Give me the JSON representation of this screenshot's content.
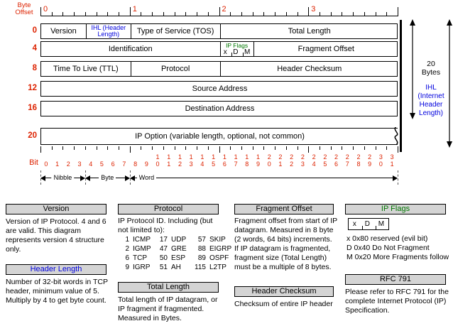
{
  "colors": {
    "red": "#dd2200",
    "blue": "#0000dd",
    "green": "#007700",
    "header_fill": "#d4d4d4"
  },
  "diagram": {
    "byte_offset_label": [
      "Byte",
      "Offset"
    ],
    "top_byte_numbers": [
      "0",
      "1",
      "2",
      "3"
    ],
    "bit_label": "Bit",
    "bit_count": 32,
    "rows": [
      {
        "offset": "0",
        "cells": [
          {
            "name": "field-version",
            "label": "Version",
            "bits": 4
          },
          {
            "name": "field-ihl",
            "lines": [
              "IHL (Header",
              "Length)"
            ],
            "bits": 4,
            "color": "blue"
          },
          {
            "name": "field-tos",
            "label": "Type of Service (TOS)",
            "bits": 8
          },
          {
            "name": "field-total-length",
            "label": "Total Length",
            "bits": 16
          }
        ]
      },
      {
        "offset": "4",
        "cells": [
          {
            "name": "field-identification",
            "label": "Identification",
            "bits": 16
          },
          {
            "name": "field-ip-flags",
            "type": "flags",
            "label": "IP Flags",
            "letters": [
              "x",
              "D",
              "M"
            ],
            "bits": 3
          },
          {
            "name": "field-fragment-offset",
            "label": "Fragment Offset",
            "bits": 13
          }
        ]
      },
      {
        "offset": "8",
        "cells": [
          {
            "name": "field-ttl",
            "label": "Time To Live (TTL)",
            "bits": 8
          },
          {
            "name": "field-protocol",
            "label": "Protocol",
            "bits": 8
          },
          {
            "name": "field-header-checksum",
            "label": "Header Checksum",
            "bits": 16
          }
        ]
      },
      {
        "offset": "12",
        "cells": [
          {
            "name": "field-source-address",
            "label": "Source Address",
            "bits": 32
          }
        ]
      },
      {
        "offset": "16",
        "cells": [
          {
            "name": "field-destination-address",
            "label": "Destination Address",
            "bits": 32
          }
        ]
      },
      {
        "offset": "20",
        "wavy": true,
        "cells": [
          {
            "name": "field-ip-option",
            "label": "IP Option (variable length, optional, not common)",
            "bits": 32
          }
        ]
      }
    ],
    "scale_labels": {
      "nibble": "Nibble",
      "byte": "Byte",
      "word": "Word"
    },
    "right_labels": {
      "twenty_bytes": [
        "20",
        "Bytes"
      ],
      "ihl": [
        "IHL",
        "(Internet",
        "Header",
        "Length)"
      ]
    }
  },
  "notes": {
    "version": {
      "title": "Version",
      "body": "Version of IP Protocol.  4 and 6 are valid.  This diagram represents version 4 structure only."
    },
    "header_length": {
      "title": "Header Length",
      "body": "Number of 32-bit words in TCP header, minimum value of 5.  Multiply by 4 to get byte count."
    },
    "protocol": {
      "title": "Protocol",
      "body": "IP Protocol ID.  Including (but not limited to):",
      "table": [
        [
          "1",
          "ICMP",
          "17",
          "UDP",
          "57",
          "SKIP"
        ],
        [
          "2",
          "IGMP",
          "47",
          "GRE",
          "88",
          "EIGRP"
        ],
        [
          "6",
          "TCP",
          "50",
          "ESP",
          "89",
          "OSPF"
        ],
        [
          "9",
          "IGRP",
          "51",
          "AH",
          "115",
          "L2TP"
        ]
      ]
    },
    "total_length": {
      "title": "Total Length",
      "body": "Total length of IP datagram, or IP fragment if fragmented.  Measured in Bytes."
    },
    "fragment_offset": {
      "title": "Fragment Offset",
      "body": "Fragment offset from start of IP datagram.  Measured in 8 byte (2 words, 64 bits) increments.  If IP datagram is fragmented, fragment size (Total Length) must be a multiple of 8 bytes."
    },
    "header_checksum": {
      "title": "Header Checksum",
      "body": "Checksum of entire IP header"
    },
    "ip_flags": {
      "title": "IP Flags",
      "letters": [
        "x",
        "D",
        "M"
      ],
      "lines": [
        "x 0x80 reserved (evil bit)",
        "D 0x40 Do Not Fragment",
        "M 0x20 More Fragments follow"
      ]
    },
    "rfc": {
      "title": "RFC 791",
      "body": "Please refer to RFC 791 for the complete Internet Protocol (IP) Specification."
    }
  }
}
